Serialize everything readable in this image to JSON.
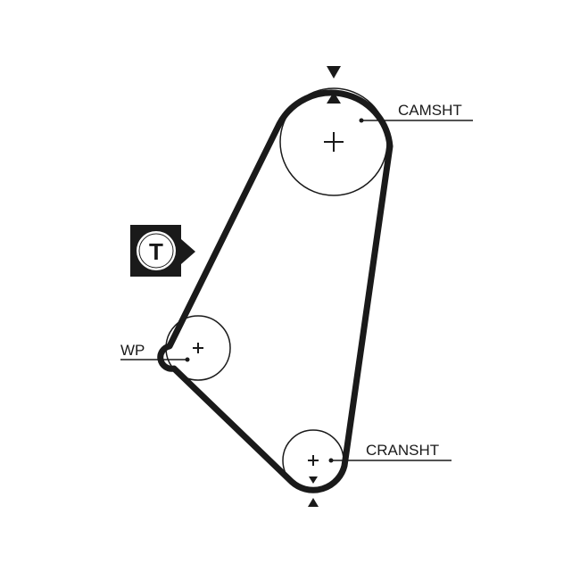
{
  "diagram": {
    "labels": {
      "camshaft": "CAMSHT",
      "water_pump": "WP",
      "crankshaft": "CRANSHT"
    },
    "tensioner_badge": {
      "letter": "T"
    },
    "colors": {
      "ink": "#1a1a1a",
      "background": "#ffffff"
    }
  }
}
